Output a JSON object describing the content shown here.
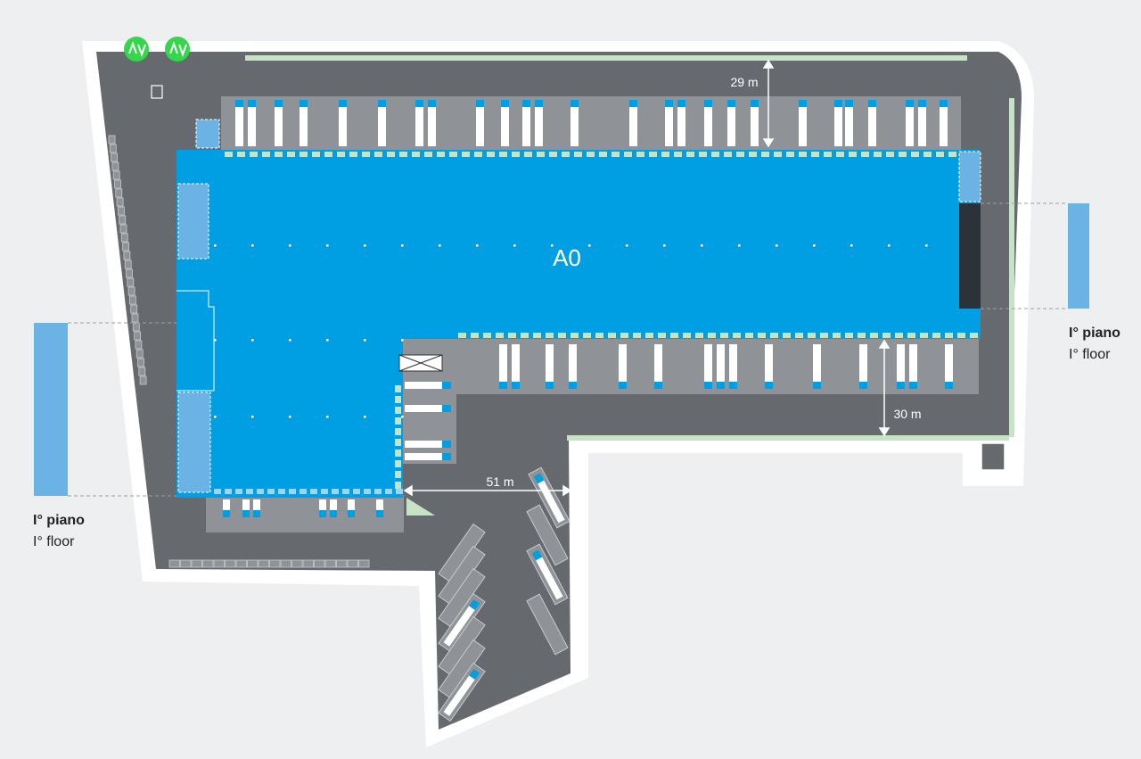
{
  "building": {
    "label": "A0"
  },
  "dimensions": {
    "top_depth": "29 m",
    "bottom_depth": "30 m",
    "yard_width": "51 m"
  },
  "mezzanine_left": {
    "line1": "I° piano",
    "line2": "I° floor"
  },
  "mezzanine_right": {
    "line1": "I° piano",
    "line2": "I° floor"
  },
  "icons": [
    "entrance-arrow-icon",
    "entrance-arrow-icon"
  ],
  "colors": {
    "background": "#eeeff0",
    "lot": "#ffffff",
    "asphalt": "#666a6e",
    "dock_apron": "#8f9397",
    "warehouse": "#009fe3",
    "mezzanine": "#6bb3e4",
    "greenery": "#c6e3c5",
    "access_icon": "#34d64b",
    "office_dark": "#2c3338"
  }
}
